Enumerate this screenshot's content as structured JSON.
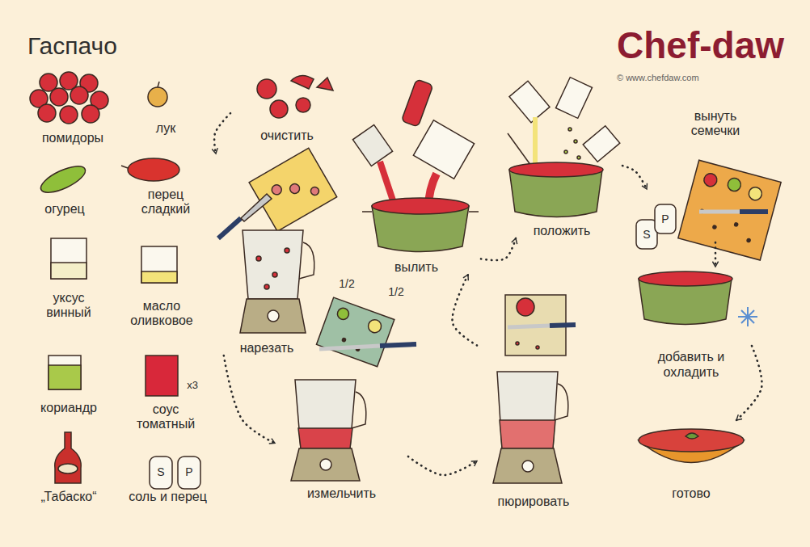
{
  "diagram": {
    "title": "Гаспачо",
    "nodes": [
      {
        "text": [
          "очистить"
        ]
      },
      {
        "text": [
          "нарезать"
        ]
      },
      {
        "text": [
          "измельчить"
        ]
      },
      {
        "text": [
          "пюрировать"
        ]
      },
      {
        "text": [
          "вылить"
        ]
      },
      {
        "text": [
          "положить"
        ]
      },
      {
        "text": [
          "вынуть семечки"
        ]
      },
      {
        "text": [
          "добавить и охладить"
        ]
      },
      {
        "text": [
          "готово"
        ]
      }
    ],
    "edges": [
      {
        "from": 0,
        "to": 1,
        "arrow": "to"
      },
      {
        "from": 1,
        "to": 2,
        "arrow": "to"
      },
      {
        "from": 2,
        "to": 3,
        "arrow": "to"
      },
      {
        "from": 3,
        "to": 4,
        "arrow": "to"
      },
      {
        "from": 4,
        "to": 5,
        "arrow": "to"
      },
      {
        "from": 5,
        "to": 6,
        "arrow": "to"
      },
      {
        "from": 6,
        "to": 7,
        "arrow": "to"
      },
      {
        "from": 7,
        "to": 8,
        "arrow": "to"
      }
    ],
    "labels": [
      "Chef-daw",
      "© www.chefdaw.com",
      "помидоры",
      "лук",
      "огурец",
      "перец сладкий",
      "уксус винный",
      "масло оливковое",
      "кориандр",
      "соус томатный",
      "x3",
      "„Табаско“",
      "соль и перец",
      "S",
      "P",
      "1/2",
      "1/2",
      "S",
      "P"
    ]
  }
}
